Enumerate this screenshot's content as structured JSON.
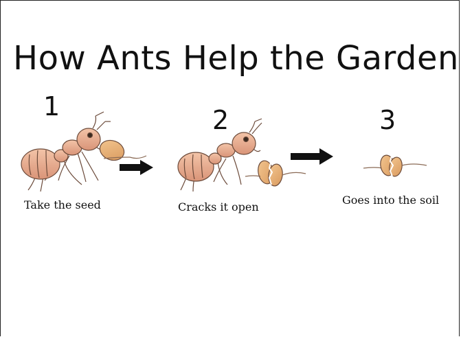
{
  "title": "How Ants Help the Garden",
  "steps": [
    {
      "number": "1",
      "caption": "Take the seed"
    },
    {
      "number": "2",
      "caption": "Cracks it open"
    },
    {
      "number": "3",
      "caption": "Goes into the soil"
    }
  ],
  "colors": {
    "ant_body": "#e9ad8f",
    "ant_shade": "#c98a6d",
    "ant_outline": "#6b4a3a",
    "seed": "#e8b07a",
    "arrow": "#111111"
  },
  "icons": [
    "ant-carrying-seed-illustration",
    "ant-cracking-seed-illustration",
    "cracked-seed-illustration",
    "right-arrow-icon"
  ]
}
